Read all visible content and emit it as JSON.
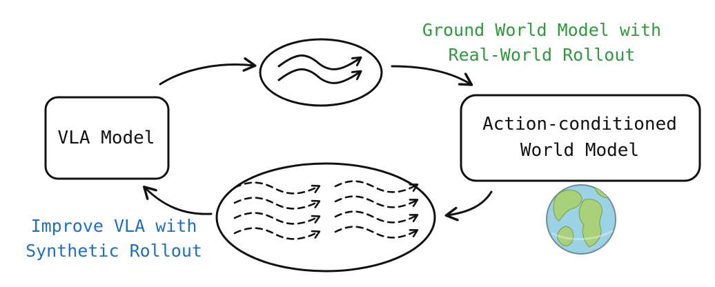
{
  "nodes": {
    "vla_model": {
      "label": "VLA Model"
    },
    "world_model": {
      "label_line1": "Action-conditioned",
      "label_line2": "World Model"
    }
  },
  "annotations": {
    "ground": {
      "line1": "Ground World Model with",
      "line2": "Real-World Rollout",
      "color": "#2e9a3c"
    },
    "improve": {
      "line1": "Improve VLA with",
      "line2": "Synthetic Rollout",
      "color": "#1f6fbf"
    }
  },
  "icons": {
    "real_rollout": "wavy-arrows-icon",
    "synthetic_rollouts": "dashed-wavy-arrows-icon",
    "world": "globe-icon"
  },
  "colors": {
    "ink": "#111111",
    "ocean": "#9cd2e6",
    "land": "#a9d17a"
  }
}
